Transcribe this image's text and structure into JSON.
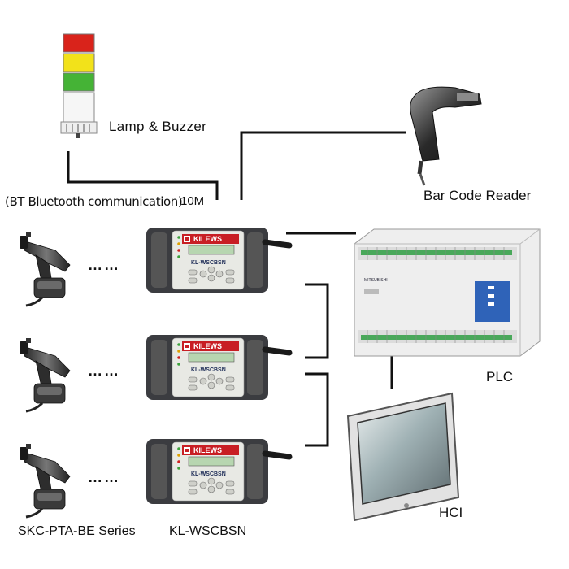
{
  "labels": {
    "lamp_buzzer": "Lamp & Buzzer",
    "bt_note": "(BT Bluetooth communication)",
    "cable_length": "10M",
    "barcode_reader": "Bar Code Reader",
    "plc": "PLC",
    "hci": "HCI",
    "tool_series": "SKC-PTA-BE Series",
    "controller_model": "KL-WSCBSN"
  },
  "controllers": [
    {
      "brand": "KILEWS",
      "model": "KL-WSCBSN"
    },
    {
      "brand": "KILEWS",
      "model": "KL-WSCBSN"
    },
    {
      "brand": "KILEWS",
      "model": "KL-WSCBSN"
    }
  ],
  "ellipsis": "……",
  "plc_brand": "MITSUBISHI",
  "colors": {
    "lamp_red": "#d9231b",
    "lamp_yellow": "#f2e21a",
    "lamp_green": "#45b336",
    "controller_body": "#3b3c40",
    "controller_face": "#e8e9e4",
    "brand_bar": "#c81e24",
    "lcd": "#b7d6b0",
    "plc_body": "#eeeeee",
    "plc_panel": "#2f63b8",
    "terminal": "#49a85a",
    "hci_bezel": "#e2e2e2",
    "hci_screen": "#8fa2a5",
    "line": "#111111"
  }
}
